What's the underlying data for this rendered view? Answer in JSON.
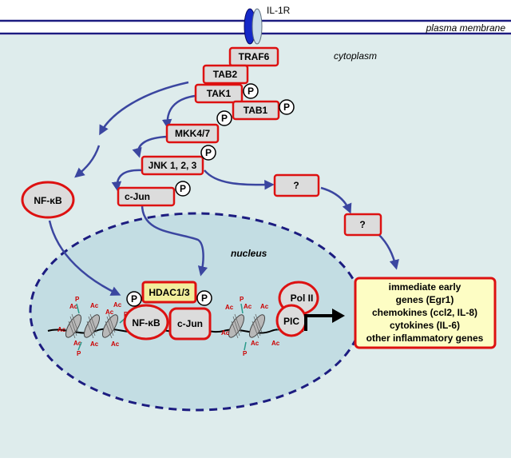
{
  "receptor": "IL-1R",
  "membrane": "plasma membrane",
  "cytoplasm": "cytoplasm",
  "nucleus": "nucleus",
  "phospho_mark": "P",
  "acetyl_mark": "Ac",
  "proteins": {
    "traf6": "TRAF6",
    "tab2": "TAB2",
    "tak1": "TAK1",
    "tab1": "TAB1",
    "mkk47": "MKK4/7",
    "jnk": "JNK 1, 2, 3",
    "cjun": "c-Jun",
    "nfkb": "NF-κB",
    "unknown1": "?",
    "unknown2": "?",
    "hdac": "HDAC1/3",
    "nfkb_nuc": "NF-κB",
    "cjun_nuc": "c-Jun",
    "pol2": "Pol II",
    "pic": "PIC"
  },
  "genes": [
    "immediate early",
    "genes (Egr1)",
    "chemokines (ccl2, IL-8)",
    "cytokines (IL-6)",
    "other inflammatory genes"
  ],
  "colors": {
    "cytoplasm_bg": "#deecec",
    "nucleus_bg": "#c3dde3",
    "membrane": "#1c1c80",
    "box_border": "#dd1111",
    "box_fill": "#dcdcdc",
    "arrow": "#3b46a0",
    "acetyl": "#cc0000",
    "phospho_stalk": "#2a9a8a",
    "gene_box_fill": "#fdfdc4"
  }
}
